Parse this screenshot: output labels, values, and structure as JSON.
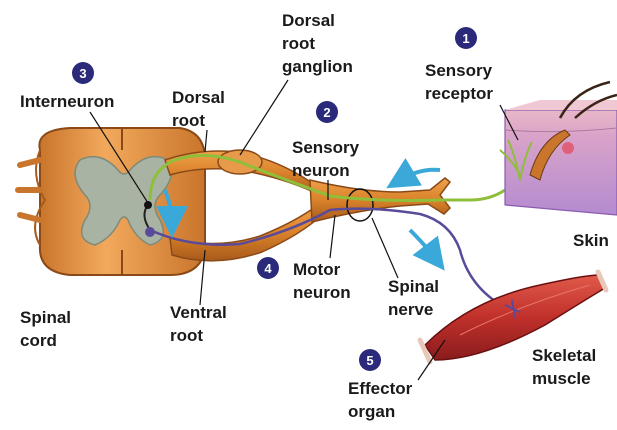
{
  "diagram": {
    "labels": {
      "dorsal_root_ganglion": [
        "Dorsal",
        "root",
        "ganglion"
      ],
      "sensory_receptor": [
        "Sensory",
        "receptor"
      ],
      "interneuron": [
        "Interneuron"
      ],
      "dorsal_root": [
        "Dorsal",
        "root"
      ],
      "sensory_neuron": [
        "Sensory",
        "neuron"
      ],
      "skin": [
        "Skin"
      ],
      "motor_neuron": [
        "Motor",
        "neuron"
      ],
      "spinal_nerve": [
        "Spinal",
        "nerve"
      ],
      "spinal_cord": [
        "Spinal",
        "cord"
      ],
      "ventral_root": [
        "Ventral",
        "root"
      ],
      "skeletal_muscle": [
        "Skeletal",
        "muscle"
      ],
      "effector_organ": [
        "Effector",
        "organ"
      ]
    },
    "steps": [
      {
        "number": "1"
      },
      {
        "number": "2"
      },
      {
        "number": "3"
      },
      {
        "number": "4"
      },
      {
        "number": "5"
      }
    ],
    "colors": {
      "badge": "#2b2a7a",
      "arrow": "#3aa8d8",
      "sensory_fiber": "#8fbf3a",
      "motor_fiber": "#5a4a9a",
      "nerve": "#d9822b",
      "gray_matter": "#a9b3a3",
      "skin": "#c9a0d6",
      "muscle": "#c0302b"
    }
  }
}
